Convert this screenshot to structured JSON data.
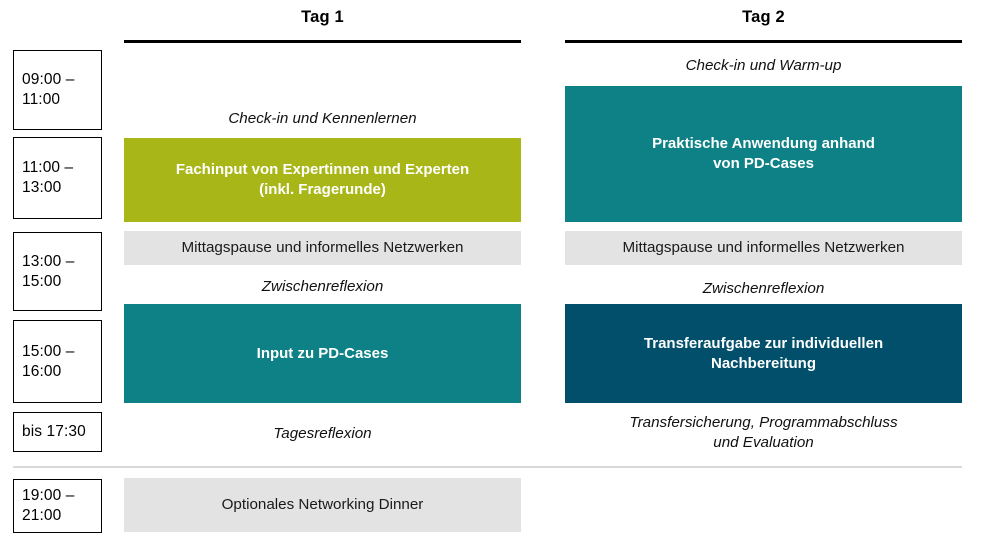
{
  "columns": [
    {
      "title": "Tag 1"
    },
    {
      "title": "Tag 2"
    }
  ],
  "time_slots": [
    {
      "label": "09:00 –\n11:00"
    },
    {
      "label": "11:00 –\n13:00"
    },
    {
      "label": "13:00 –\n15:00"
    },
    {
      "label": "15:00 –\n16:00"
    },
    {
      "label": "bis 17:30"
    },
    {
      "label": "19:00 –\n21:00"
    }
  ],
  "day1": {
    "checkin": "Check-in und Kennenlernen",
    "expert_input": "Fachinput von Expertinnen und Experten\n(inkl. Fragerunde)",
    "lunch": "Mittagspause und informelles Netzwerken",
    "reflection": "Zwischenreflexion",
    "pd_input": "Input zu PD-Cases",
    "day_reflection": "Tagesreflexion",
    "dinner": "Optionales Networking Dinner"
  },
  "day2": {
    "checkin": "Check-in und Warm-up",
    "practice": "Praktische Anwendung anhand\nvon PD-Cases",
    "lunch": "Mittagspause und informelles Netzwerken",
    "reflection": "Zwischenreflexion",
    "transfer": "Transferaufgabe zur individuellen\nNachbereitung",
    "closing": "Transfersicherung, Programmabschluss\nund Evaluation"
  },
  "colors": {
    "olive": "#a8b617",
    "teal": "#0d8185",
    "navy": "#014f6b",
    "grey": "#e3e3e3",
    "rule": "#000000",
    "divider": "#d9d9d9"
  }
}
